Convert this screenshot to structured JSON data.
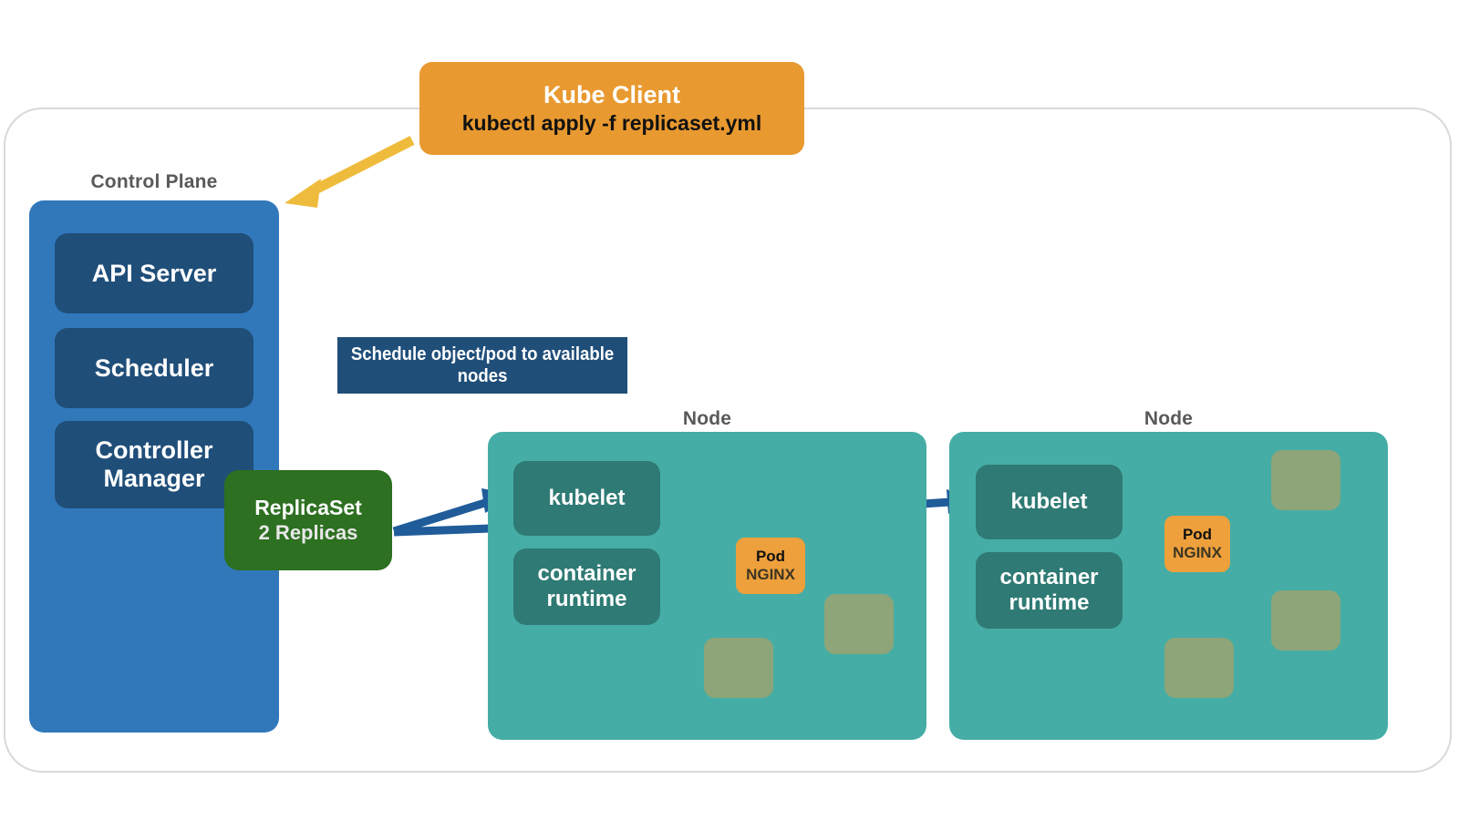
{
  "diagram": {
    "title": "Kubernetes ReplicaSet scheduling flow",
    "colors": {
      "client_orange": "#e8992f",
      "pod_orange": "#eda03c",
      "control_plane_blue": "#3178bb",
      "control_plane_inner_blue": "#1f4e79",
      "node_teal": "#45ada5",
      "node_component_teal": "#2f7a74",
      "replicaset_green": "#2d7021",
      "placeholder_olive": "#8da578",
      "client_arrow_yellow": "#efbb3c",
      "flow_arrow_blue": "#1f5c99",
      "cluster_border_gray": "#d9d9d9",
      "label_gray": "#595959"
    }
  },
  "kube_client": {
    "title": "Kube Client",
    "command": "kubectl apply -f replicaset.yml"
  },
  "control_plane": {
    "label": "Control Plane",
    "components": [
      {
        "name": "API Server"
      },
      {
        "name": "Scheduler"
      },
      {
        "name": "Controller Manager"
      }
    ]
  },
  "scheduler_note": {
    "text": "Schedule object/pod to available nodes"
  },
  "replicaset": {
    "title": "ReplicaSet",
    "subtitle": "2 Replicas"
  },
  "nodes": [
    {
      "label": "Node",
      "components": [
        {
          "name": "kubelet"
        },
        {
          "name": "container runtime"
        }
      ],
      "pod": {
        "title": "Pod",
        "subtitle": "NGINX"
      },
      "placeholder_count": 2
    },
    {
      "label": "Node",
      "components": [
        {
          "name": "kubelet"
        },
        {
          "name": "container runtime"
        }
      ],
      "pod": {
        "title": "Pod",
        "subtitle": "NGINX"
      },
      "placeholder_count": 3
    }
  ],
  "connections": [
    {
      "from": "kube-client",
      "to": "control-plane",
      "color": "#efbb3c"
    },
    {
      "from": "replicaset",
      "to": "node-1-kubelet",
      "color": "#1f5c99"
    },
    {
      "from": "replicaset",
      "to": "node-2-kubelet",
      "color": "#1f5c99"
    }
  ]
}
